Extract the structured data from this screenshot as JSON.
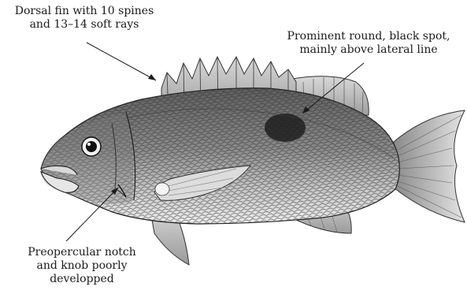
{
  "annotations": {
    "dorsal_fin": {
      "line1": "Dorsal fin with 10 spines",
      "line2": "and 13–14 soft rays"
    },
    "black_spot": {
      "line1": "Prominent round, black spot,",
      "line2": "mainly above lateral line"
    },
    "preopercular": {
      "line1": "Preopercular notch",
      "line2": "and knob poorly",
      "line3": "developped"
    }
  },
  "colors": {
    "ink": "#1a1a1a",
    "body_light": "#e2e2e2",
    "body_dark": "#6a6a6a",
    "spot": "#2a2a2a"
  }
}
